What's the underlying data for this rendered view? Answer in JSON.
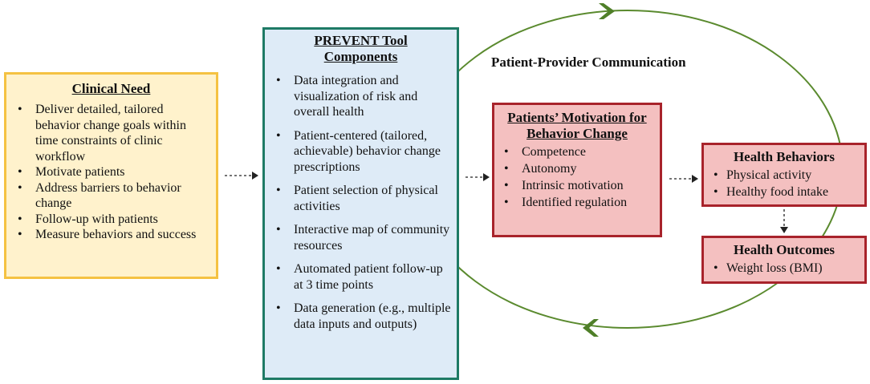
{
  "diagram": {
    "communication_label": "Patient-Provider Communication",
    "clinical_need": {
      "title": "Clinical Need",
      "items": [
        " Deliver detailed, tailored behavior change goals within time constraints of clinic workflow",
        "Motivate patients",
        "Address barriers to behavior change",
        "Follow-up with patients",
        "Measure behaviors and success"
      ]
    },
    "prevent_tool": {
      "title_line1": "PREVENT Tool",
      "title_line2": "Components",
      "items": [
        "Data integration and visualization of risk and overall health",
        "Patient-centered (tailored, achievable) behavior change prescriptions",
        "Patient selection of physical activities",
        "Interactive map of community resources",
        "Automated patient follow-up at 3 time points",
        "Data generation (e.g., multiple data inputs and outputs)"
      ]
    },
    "motivation": {
      "title_line1": "Patients’ Motivation for",
      "title_line2": "Behavior Change",
      "items": [
        "Competence",
        "Autonomy",
        "Intrinsic motivation",
        "Identified regulation"
      ]
    },
    "health_behaviors": {
      "title": "Health Behaviors",
      "items": [
        "Physical activity",
        "Healthy food intake"
      ]
    },
    "health_outcomes": {
      "title": "Health Outcomes",
      "items": [
        "Weight loss (BMI)"
      ]
    },
    "colors": {
      "clinical_fill": "#fff2cc",
      "clinical_border": "#f5c242",
      "prevent_fill": "#deebf7",
      "prevent_border": "#1e7a65",
      "red_fill": "#f4c0c0",
      "red_border": "#a8232b",
      "cycle_line": "#5a8a2e"
    }
  }
}
